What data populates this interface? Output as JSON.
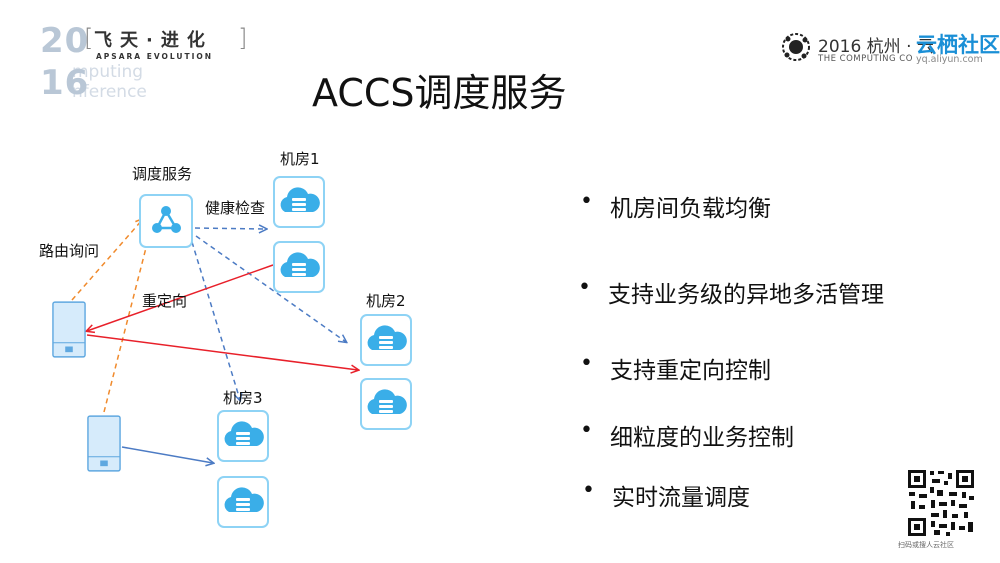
{
  "title": "ACCS调度服务",
  "logo_left": {
    "year_top": "20",
    "year_bottom": "16",
    "cn_text": "飞天·进化",
    "en_text": "APSARA EVOLUTION",
    "ghost_line1": "mputing",
    "ghost_line2": "nference"
  },
  "logo_right": {
    "year_city": "2016 杭州 · 云",
    "brand": "云栖社区",
    "sub": "THE COMPUTING CO",
    "url": "yq.aliyun.com"
  },
  "diagram": {
    "scheduler_label": "调度服务",
    "health_check_label": "健康检查",
    "route_query_label": "路由询问",
    "redirect_label": "重定向",
    "room1_label": "机房1",
    "room2_label": "机房2",
    "room3_label": "机房3"
  },
  "bullets": [
    "机房间负载均衡",
    "支持业务级的异地多活管理",
    "支持重定向控制",
    "细粒度的业务控制",
    "实时流量调度"
  ],
  "qr_caption": "扫码或搜人云社区",
  "colors": {
    "cloud_fill": "#3aaee8",
    "card_border": "#8ed3f5",
    "phone_fill": "#d6ebfb",
    "phone_border": "#5fa8e0",
    "orange_dash": "#f08a2c",
    "blue_dash": "#4c7bc4",
    "red": "#e8202a",
    "blue_solid": "#4c7bc4"
  }
}
